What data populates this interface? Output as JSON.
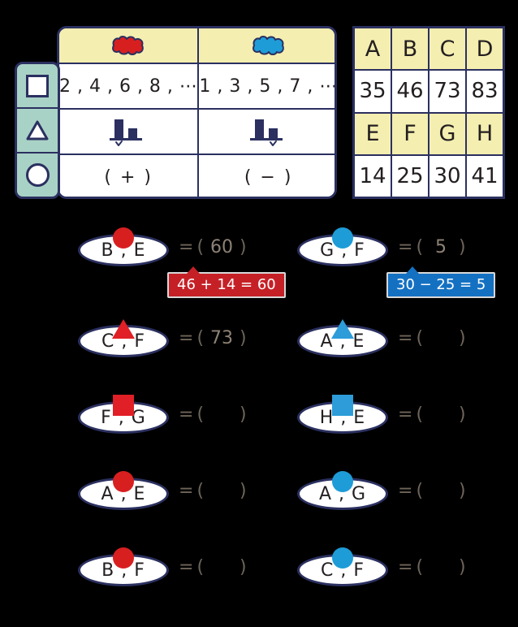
{
  "colors": {
    "red": "#c62027",
    "blue": "#1471c2",
    "navy": "#2b3060",
    "header_yellow": "#f4eeb0",
    "row_header_teal": "#a9d2c6",
    "answer_text": "#8d8275"
  },
  "legend_table": {
    "columns": [
      {
        "icon": "red-blob-icon",
        "color": "#c62027"
      },
      {
        "icon": "blue-blob-icon",
        "color": "#1471c2"
      }
    ],
    "rows": [
      {
        "header_icon": "square-icon",
        "cells": [
          "2 , 4 , 6 , 8 , ⋯",
          "1 , 3 , 5 , 7 , ⋯"
        ]
      },
      {
        "header_icon": "triangle-icon",
        "cells": [
          "bar-chart-check-left-icon",
          "bar-chart-check-right-icon"
        ]
      },
      {
        "header_icon": "circle-icon",
        "cells": [
          "( + )",
          "( − )"
        ]
      }
    ]
  },
  "value_table": {
    "letters_row1": [
      "A",
      "B",
      "C",
      "D"
    ],
    "values_row1": [
      "35",
      "46",
      "73",
      "83"
    ],
    "letters_row2": [
      "E",
      "F",
      "G",
      "H"
    ],
    "values_row2": [
      "14",
      "25",
      "30",
      "41"
    ]
  },
  "exercises": [
    {
      "label": "B , E",
      "marker": "red-circle-marker",
      "marker_shape": "circle",
      "marker_color": "#d81f20",
      "equals": "=",
      "answer": "60",
      "callout": {
        "text": "46 + 14 = 60",
        "style": "red"
      }
    },
    {
      "label": "G , F",
      "marker": "blue-circle-marker",
      "marker_shape": "circle",
      "marker_color": "#1e9cd7",
      "equals": "=",
      "answer": "5",
      "callout": {
        "text": "30 − 25 = 5",
        "style": "blue"
      }
    },
    {
      "label": "C , F",
      "marker": "red-triangle-marker",
      "marker_shape": "triangle",
      "marker_color": "#e01f26",
      "equals": "=",
      "answer": "73",
      "callout": null
    },
    {
      "label": "A , E",
      "marker": "blue-triangle-marker",
      "marker_shape": "triangle",
      "marker_color": "#2d9cd9",
      "equals": "=",
      "answer": "",
      "callout": null
    },
    {
      "label": "F , G",
      "marker": "red-square-marker",
      "marker_shape": "square",
      "marker_color": "#e01f26",
      "equals": "=",
      "answer": "",
      "callout": null
    },
    {
      "label": "H , E",
      "marker": "blue-square-marker",
      "marker_shape": "square",
      "marker_color": "#2d9cd9",
      "equals": "=",
      "answer": "",
      "callout": null
    },
    {
      "label": "A , E",
      "marker": "red-circle-marker",
      "marker_shape": "circle",
      "marker_color": "#d81f20",
      "equals": "=",
      "answer": "",
      "callout": null
    },
    {
      "label": "A , G",
      "marker": "blue-circle-marker",
      "marker_shape": "circle",
      "marker_color": "#1e9cd7",
      "equals": "=",
      "answer": "",
      "callout": null
    },
    {
      "label": "B , F",
      "marker": "red-circle-marker",
      "marker_shape": "circle",
      "marker_color": "#d81f20",
      "equals": "=",
      "answer": "",
      "callout": null
    },
    {
      "label": "C , F",
      "marker": "blue-circle-marker",
      "marker_shape": "circle",
      "marker_color": "#1e9cd7",
      "equals": "=",
      "answer": "",
      "callout": null
    }
  ],
  "paren": {
    "open": "(",
    "close": ")"
  }
}
